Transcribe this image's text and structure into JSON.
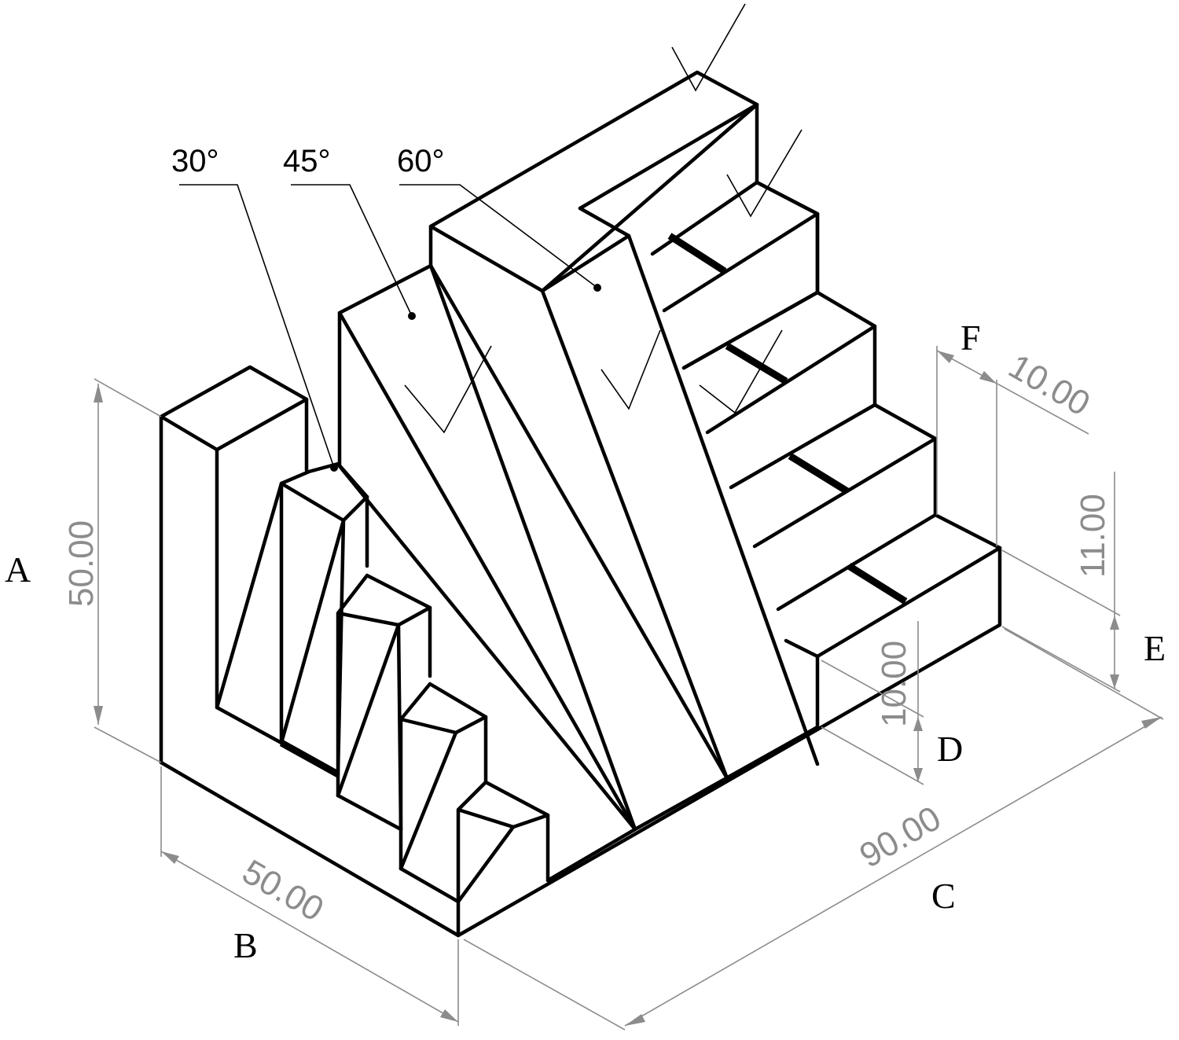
{
  "angle_labels": {
    "a30": "30°",
    "a45": "45°",
    "a60": "60°"
  },
  "dimensions": {
    "height_a": "50.00",
    "width_b": "50.00",
    "length_c": "90.00",
    "step_d": "10.00",
    "step_e": "11.00",
    "step_f": "10.00"
  },
  "letters": {
    "a": "A",
    "b": "B",
    "c": "C",
    "d": "D",
    "e": "E",
    "f": "F"
  },
  "colors": {
    "outline": "#000000",
    "dimension": "#8c8c8c",
    "background": "#ffffff"
  }
}
